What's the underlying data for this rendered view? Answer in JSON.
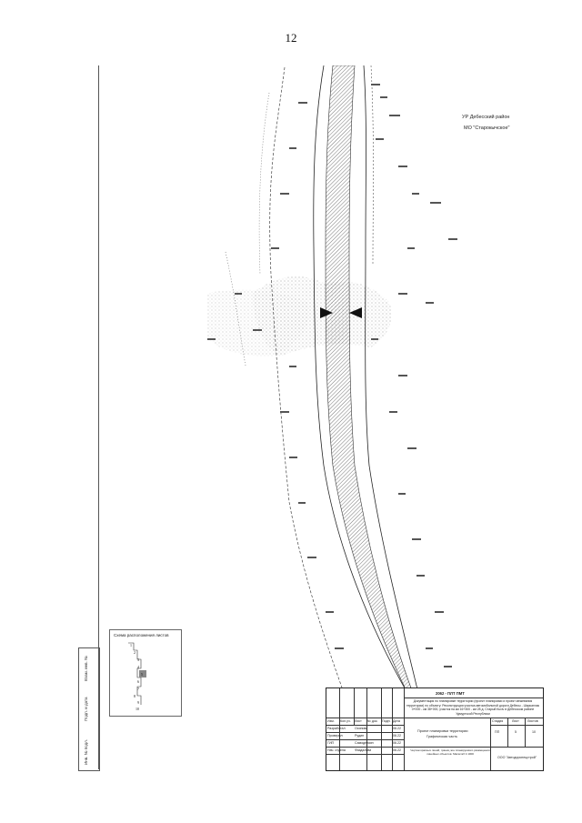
{
  "page_number": "12",
  "map": {
    "region_line1": "УР Дебесский район",
    "region_line2": "МО \"Старокычское\""
  },
  "scheme": {
    "title": "Схема расположения листов",
    "sheet_numbers": [
      "1",
      "2",
      "3",
      "4",
      "5",
      "6",
      "7",
      "8",
      "9",
      "10"
    ]
  },
  "side_frame": {
    "labels": [
      "Взам. инв. №",
      "Подп. и дата",
      "Инв. № подл."
    ]
  },
  "title_block": {
    "code": "2062 - ПЛТ ПМТ",
    "description": "Документация по планировке территории (проект планировки и проект межевания территории) по объекту: Реконструкция участка автомобильной дороги Дебесы - Шарканчик 0+000 - км 38+000, участок на км 16+300 - км 28 д. Старый Кычч в Дебесском районе Удмуртской Республики",
    "headers": [
      "Изм.",
      "Кол.уч.",
      "Лист",
      "№ док.",
      "Подп.",
      "Дата"
    ],
    "roles": [
      "Разработал",
      "Проверил",
      "ГИП",
      "Нач. отдела"
    ],
    "names": [
      "Осипова",
      "Рудин",
      "Самоделкин",
      "Фаздалова"
    ],
    "dates": [
      "06.22",
      "06.22",
      "06.22",
      "06.22"
    ],
    "drawing_name_1": "Проект планировки территории",
    "drawing_name_2": "Графическая часть",
    "stage_headers": [
      "Стадия",
      "Лист",
      "Листов"
    ],
    "stage_values": [
      "ПП",
      "5",
      "10"
    ],
    "company": "ООО \"Автодорспецстрой\"",
    "note": "Чертеж красных линий, границ зон планируемого размещения линейных объектов. Масштаб 1:1000"
  }
}
